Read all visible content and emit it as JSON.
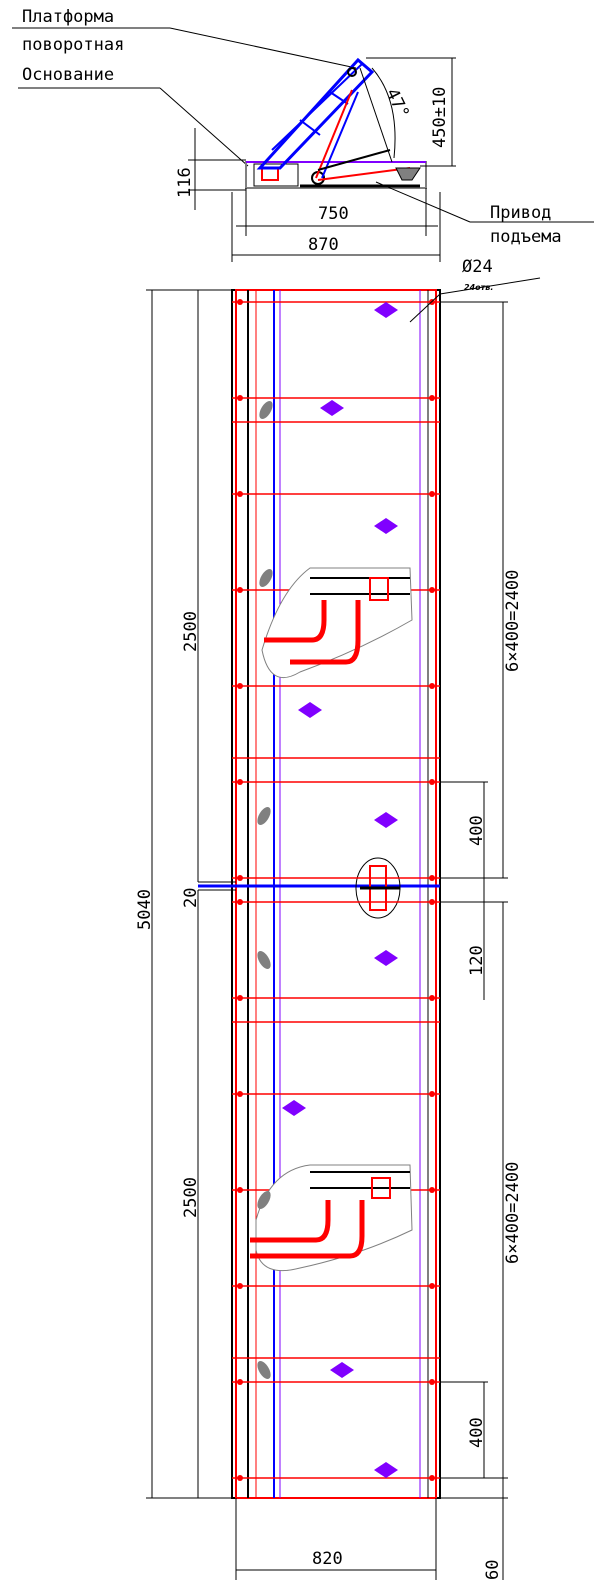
{
  "labels": {
    "platform": "Платформа",
    "platform_sub": "поворотная",
    "base": "Основание",
    "drive": "Привод",
    "drive_sub": "подъема"
  },
  "dimensions": {
    "angle": "47°",
    "lift": "450±10",
    "h116": "116",
    "w750": "750",
    "w870": "870",
    "hole": "Ø24",
    "hole_count": "24отв.",
    "total_length": "5040",
    "half_top": "2500",
    "half_bottom": "2500",
    "gap": "20",
    "pitch_top": "6×400=2400",
    "pitch_bottom": "6×400=2400",
    "step_top": "400",
    "step_bottom": "400",
    "mid": "120",
    "width": "820",
    "end": "60"
  },
  "colors": {
    "frame": "#ff0000",
    "platform": "#0000ff",
    "hinge": "#8000ff",
    "dim": "#000000",
    "grey": "#808080"
  }
}
